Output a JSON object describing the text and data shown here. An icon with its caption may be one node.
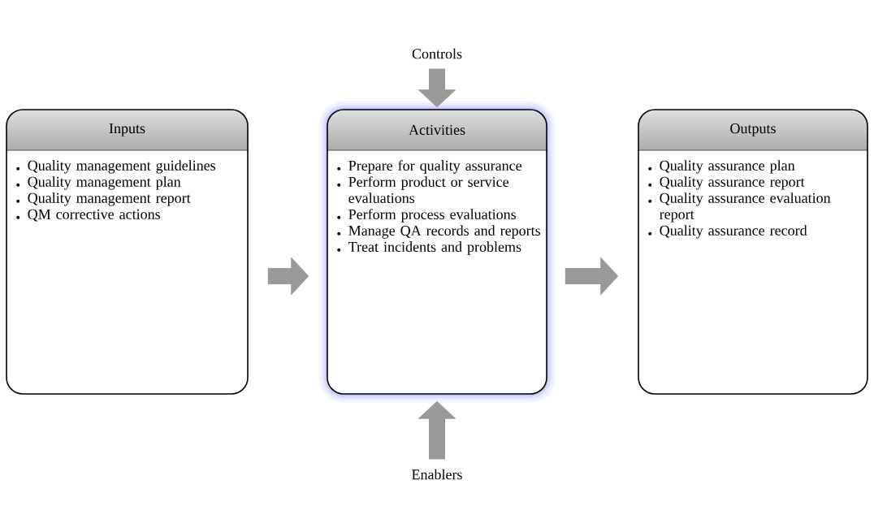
{
  "diagram": {
    "nodes": [
      {
        "text": [
          "Controls"
        ]
      },
      {
        "text": [
          "Inputs",
          "Quality management guidelines",
          "Quality management plan",
          "Quality management report",
          "QM corrective actions"
        ]
      },
      {
        "text": [
          "Activities",
          "Prepare for quality assurance",
          "Perform product or service evaluations",
          "Perform process evaluations",
          "Manage QA records and reports",
          "Treat incidents and problems"
        ]
      },
      {
        "text": [
          "Outputs",
          "Quality assurance plan",
          "Quality assurance report",
          "Quality assurance evaluation report",
          "Quality assurance record"
        ]
      },
      {
        "text": [
          "Enablers"
        ]
      }
    ],
    "edges": [
      {
        "from": 0,
        "to": 2,
        "arrow": "to"
      },
      {
        "from": 1,
        "to": 2,
        "arrow": "to"
      },
      {
        "from": 2,
        "to": 3,
        "arrow": "to"
      },
      {
        "from": 4,
        "to": 2,
        "arrow": "to"
      }
    ]
  }
}
